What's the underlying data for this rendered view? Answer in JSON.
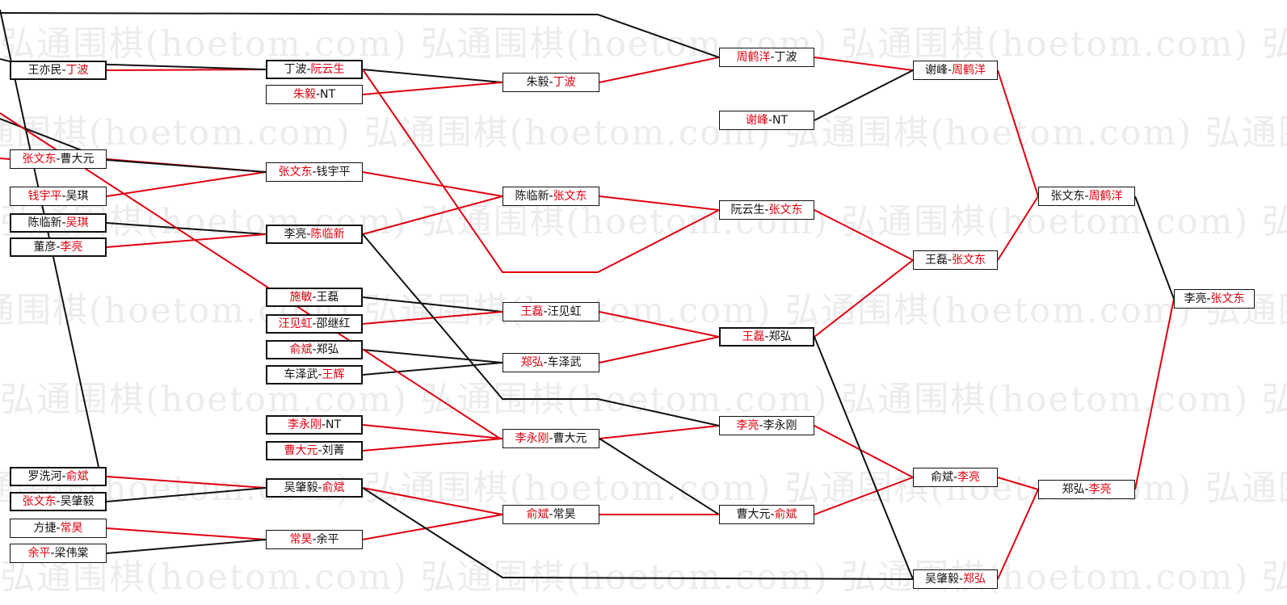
{
  "watermark": {
    "text": "弘通围棋(hoetom.com)",
    "color": "#ececec"
  },
  "colors": {
    "winner": "#e0000f",
    "loser": "#111111",
    "win_line": "#e0000f",
    "lose_line": "#111111"
  },
  "matches": [
    {
      "id": "r1-01",
      "left": "王亦民",
      "right": "丁波",
      "winner": "right",
      "bold": true
    },
    {
      "id": "r1-02",
      "left": "张文东",
      "right": "曹大元",
      "winner": "left",
      "bold": false
    },
    {
      "id": "r1-03",
      "left": "钱宇平",
      "right": "吴琪",
      "winner": "left",
      "bold": false
    },
    {
      "id": "r1-04",
      "left": "陈临新",
      "right": "吴琪",
      "winner": "right",
      "bold": true
    },
    {
      "id": "r1-05",
      "left": "董彦",
      "right": "李亮",
      "winner": "right",
      "bold": true
    },
    {
      "id": "r1-06",
      "left": "罗洗河",
      "right": "俞斌",
      "winner": "right",
      "bold": true
    },
    {
      "id": "r1-07",
      "left": "张文东",
      "right": "吴肇毅",
      "winner": "left",
      "bold": true
    },
    {
      "id": "r1-08",
      "left": "方捷",
      "right": "常昊",
      "winner": "right",
      "bold": false
    },
    {
      "id": "r1-09",
      "left": "余平",
      "right": "梁伟棠",
      "winner": "left",
      "bold": false
    },
    {
      "id": "r2-01",
      "left": "丁波",
      "right": "阮云生",
      "winner": "right",
      "bold": true
    },
    {
      "id": "r2-02",
      "left": "朱毅",
      "right": "NT",
      "winner": "left",
      "bold": false
    },
    {
      "id": "r2-03",
      "left": "张文东",
      "right": "钱宇平",
      "winner": "left",
      "bold": false
    },
    {
      "id": "r2-04",
      "left": "李亮",
      "right": "陈临新",
      "winner": "right",
      "bold": true
    },
    {
      "id": "r2-05",
      "left": "施敏",
      "right": "王磊",
      "winner": "left",
      "bold": true
    },
    {
      "id": "r2-06",
      "left": "汪见虹",
      "right": "邵继红",
      "winner": "left",
      "bold": true
    },
    {
      "id": "r2-07",
      "left": "俞斌",
      "right": "郑弘",
      "winner": "left",
      "bold": true
    },
    {
      "id": "r2-08",
      "left": "车泽武",
      "right": "王辉",
      "winner": "right",
      "bold": true
    },
    {
      "id": "r2-09",
      "left": "李永刚",
      "right": "NT",
      "winner": "left",
      "bold": true
    },
    {
      "id": "r2-10",
      "left": "曹大元",
      "right": "刘菁",
      "winner": "left",
      "bold": true
    },
    {
      "id": "r2-11",
      "left": "吴肇毅",
      "right": "俞斌",
      "winner": "right",
      "bold": true
    },
    {
      "id": "r2-12",
      "left": "常昊",
      "right": "余平",
      "winner": "left",
      "bold": false
    },
    {
      "id": "r3-01",
      "left": "朱毅",
      "right": "丁波",
      "winner": "right",
      "bold": false
    },
    {
      "id": "r3-02",
      "left": "陈临新",
      "right": "张文东",
      "winner": "right",
      "bold": false
    },
    {
      "id": "r3-03",
      "left": "王磊",
      "right": "汪见虹",
      "winner": "left",
      "bold": false
    },
    {
      "id": "r3-04",
      "left": "郑弘",
      "right": "车泽武",
      "winner": "left",
      "bold": false
    },
    {
      "id": "r3-05",
      "left": "李永刚",
      "right": "曹大元",
      "winner": "left",
      "bold": false
    },
    {
      "id": "r3-06",
      "left": "俞斌",
      "right": "常昊",
      "winner": "left",
      "bold": false
    },
    {
      "id": "r4-01",
      "left": "周鹤洋",
      "right": "丁波",
      "winner": "left",
      "bold": false
    },
    {
      "id": "r4-02",
      "left": "谢峰",
      "right": "NT",
      "winner": "left",
      "bold": false
    },
    {
      "id": "r4-03",
      "left": "阮云生",
      "right": "张文东",
      "winner": "right",
      "bold": false
    },
    {
      "id": "r4-04",
      "left": "王磊",
      "right": "郑弘",
      "winner": "left",
      "bold": true
    },
    {
      "id": "r4-05",
      "left": "李亮",
      "right": "李永刚",
      "winner": "left",
      "bold": false
    },
    {
      "id": "r4-06",
      "left": "曹大元",
      "right": "俞斌",
      "winner": "right",
      "bold": false
    },
    {
      "id": "r5-01",
      "left": "谢峰",
      "right": "周鹤洋",
      "winner": "right",
      "bold": false
    },
    {
      "id": "r5-02",
      "left": "王磊",
      "right": "张文东",
      "winner": "right",
      "bold": false
    },
    {
      "id": "r5-03",
      "left": "俞斌",
      "right": "李亮",
      "winner": "right",
      "bold": false
    },
    {
      "id": "r5-04",
      "left": "吴肇毅",
      "right": "郑弘",
      "winner": "right",
      "bold": false
    },
    {
      "id": "r6-01",
      "left": "张文东",
      "right": "周鹤洋",
      "winner": "right",
      "bold": false
    },
    {
      "id": "r6-02",
      "left": "郑弘",
      "right": "李亮",
      "winner": "right",
      "bold": false
    },
    {
      "id": "r7-01",
      "left": "李亮",
      "right": "张文东",
      "winner": "right",
      "bold": false
    }
  ]
}
